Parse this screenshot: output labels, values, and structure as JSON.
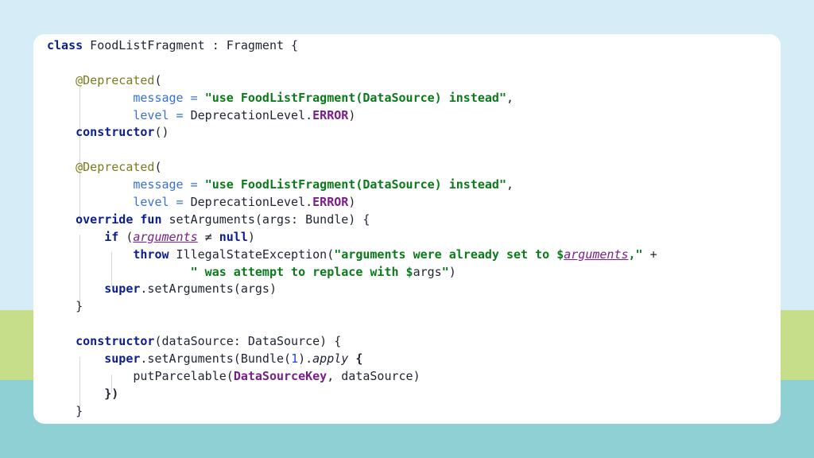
{
  "colors": {
    "bg_top": "#d6ecf6",
    "bg_mid": "#c6dd8a",
    "bg_bottom": "#8fd0d4",
    "card": "#ffffff",
    "keyword": "#0b1e8c",
    "string": "#0a7a1a",
    "param": "#3a6fd8",
    "enum": "#7a1e8c"
  },
  "code": {
    "lines": [
      [
        {
          "t": "class",
          "c": "kw"
        },
        {
          "t": " FoodListFragment : Fragment {",
          "c": ""
        }
      ],
      [],
      [
        {
          "t": "    ",
          "c": ""
        },
        {
          "t": "@Deprecated",
          "c": "ann"
        },
        {
          "t": "(",
          "c": ""
        }
      ],
      [
        {
          "t": "            ",
          "c": ""
        },
        {
          "t": "message",
          "c": "param"
        },
        {
          "t": " = ",
          "c": "param"
        },
        {
          "t": "\"use FoodListFragment(DataSource) instead\"",
          "c": "str"
        },
        {
          "t": ",",
          "c": ""
        }
      ],
      [
        {
          "t": "            ",
          "c": ""
        },
        {
          "t": "level",
          "c": "param"
        },
        {
          "t": " = ",
          "c": "param"
        },
        {
          "t": "DeprecationLevel.",
          "c": ""
        },
        {
          "t": "ERROR",
          "c": "enum"
        },
        {
          "t": ")",
          "c": ""
        }
      ],
      [
        {
          "t": "    ",
          "c": ""
        },
        {
          "t": "constructor",
          "c": "kw"
        },
        {
          "t": "()",
          "c": ""
        }
      ],
      [],
      [
        {
          "t": "    ",
          "c": ""
        },
        {
          "t": "@Deprecated",
          "c": "ann"
        },
        {
          "t": "(",
          "c": ""
        }
      ],
      [
        {
          "t": "            ",
          "c": ""
        },
        {
          "t": "message",
          "c": "param"
        },
        {
          "t": " = ",
          "c": "param"
        },
        {
          "t": "\"use FoodListFragment(DataSource) instead\"",
          "c": "str"
        },
        {
          "t": ",",
          "c": ""
        }
      ],
      [
        {
          "t": "            ",
          "c": ""
        },
        {
          "t": "level",
          "c": "param"
        },
        {
          "t": " = ",
          "c": "param"
        },
        {
          "t": "DeprecationLevel.",
          "c": ""
        },
        {
          "t": "ERROR",
          "c": "enum"
        },
        {
          "t": ")",
          "c": ""
        }
      ],
      [
        {
          "t": "    ",
          "c": ""
        },
        {
          "t": "override fun",
          "c": "kw"
        },
        {
          "t": " setArguments(args: Bundle) {",
          "c": ""
        }
      ],
      [
        {
          "t": "        ",
          "c": ""
        },
        {
          "t": "if",
          "c": "kw"
        },
        {
          "t": " (",
          "c": ""
        },
        {
          "t": "arguments",
          "c": "prop"
        },
        {
          "t": " ≠ ",
          "c": ""
        },
        {
          "t": "null",
          "c": "kw"
        },
        {
          "t": ")",
          "c": ""
        }
      ],
      [
        {
          "t": "            ",
          "c": ""
        },
        {
          "t": "throw",
          "c": "kw"
        },
        {
          "t": " IllegalStateException(",
          "c": ""
        },
        {
          "t": "\"arguments were already set to $",
          "c": "str"
        },
        {
          "t": "arguments",
          "c": "prop"
        },
        {
          "t": ",\"",
          "c": "str"
        },
        {
          "t": " +",
          "c": ""
        }
      ],
      [
        {
          "t": "                    ",
          "c": ""
        },
        {
          "t": "\" was attempt to replace with $",
          "c": "str"
        },
        {
          "t": "args",
          "c": ""
        },
        {
          "t": "\"",
          "c": "str"
        },
        {
          "t": ")",
          "c": ""
        }
      ],
      [
        {
          "t": "        ",
          "c": ""
        },
        {
          "t": "super",
          "c": "kw"
        },
        {
          "t": ".setArguments(args)",
          "c": ""
        }
      ],
      [
        {
          "t": "    }",
          "c": ""
        }
      ],
      [],
      [
        {
          "t": "    ",
          "c": ""
        },
        {
          "t": "constructor",
          "c": "kw"
        },
        {
          "t": "(dataSource: DataSource) {",
          "c": ""
        }
      ],
      [
        {
          "t": "        ",
          "c": ""
        },
        {
          "t": "super",
          "c": "kw"
        },
        {
          "t": ".setArguments(Bundle(",
          "c": ""
        },
        {
          "t": "1",
          "c": "num"
        },
        {
          "t": ").",
          "c": ""
        },
        {
          "t": "apply",
          "c": "fn-it"
        },
        {
          "t": " ",
          "c": ""
        },
        {
          "t": "{",
          "c": "brace"
        }
      ],
      [
        {
          "t": "            putParcelable(",
          "c": ""
        },
        {
          "t": "DataSourceKey",
          "c": "enum"
        },
        {
          "t": ", dataSource)",
          "c": ""
        }
      ],
      [
        {
          "t": "        ",
          "c": ""
        },
        {
          "t": "})",
          "c": "brace"
        }
      ],
      [
        {
          "t": "    }",
          "c": ""
        }
      ]
    ]
  }
}
